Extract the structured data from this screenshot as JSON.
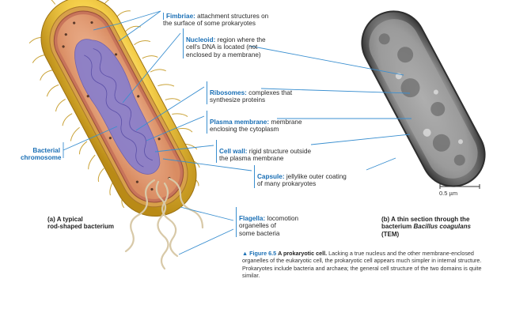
{
  "labels": {
    "fimbriae": {
      "term": "Fimbriae:",
      "text": " attachment structures on\nthe surface of some prokaryotes"
    },
    "nucleoid": {
      "term": "Nucleoid:",
      "text": " region where the\ncell's DNA is located (not\nenclosed by a membrane)"
    },
    "ribosomes": {
      "term": "Ribosomes:",
      "text": " complexes that\nsynthesize proteins"
    },
    "plasma_membrane": {
      "term": "Plasma membrane:",
      "text": " membrane\nenclosing the cytoplasm"
    },
    "cell_wall": {
      "term": "Cell wall:",
      "text": " rigid structure outside\nthe plasma membrane"
    },
    "capsule": {
      "term": "Capsule:",
      "text": " jellylike outer coating\nof many prokaryotes"
    },
    "flagella": {
      "term": "Flagella:",
      "text": " locomotion\norganelles of\nsome bacteria"
    },
    "chromosome": {
      "term": "Bacterial\nchromosome"
    }
  },
  "panel_a": {
    "letter": "(a)",
    "text": " A typical\nrod-shaped bacterium"
  },
  "panel_b": {
    "letter": "(b)",
    "text_1": " A thin section through the\nbacterium ",
    "species": "Bacillus coagulans",
    "text_2": "\n(TEM)"
  },
  "scale_bar": "0.5 µm",
  "figure_caption": {
    "marker": "▲",
    "number": "Figure 6.5",
    "title": "A prokaryotic cell.",
    "body": " Lacking a true nucleus and the other membrane-enclosed organelles of the eukaryotic cell, the prokaryotic cell appears much simpler in internal structure. Prokaryotes include bacteria and archaea; the general cell structure of the two domains is quite similar."
  },
  "colors": {
    "accent": "#1a6fb5",
    "capsule": "#f2c94c",
    "cytoplasm": "#e9a883",
    "nucleoid": "#8b7fc9"
  }
}
